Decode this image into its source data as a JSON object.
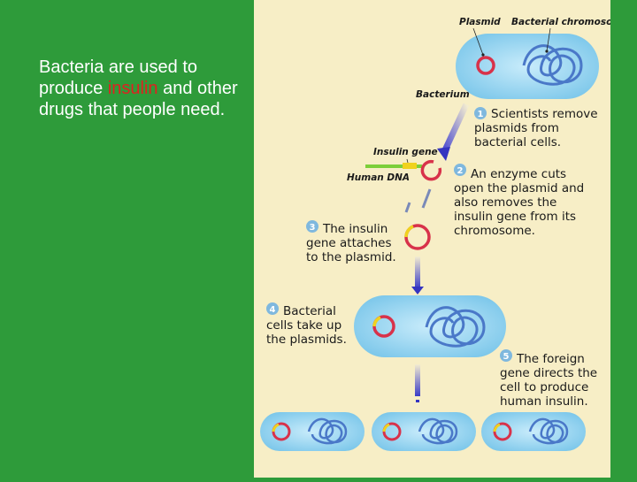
{
  "caption": {
    "before": "Bacteria are used to produce ",
    "highlight": "insulin",
    "after": " and other drugs that people need."
  },
  "diagram": {
    "labels": {
      "plasmid": "Plasmid",
      "chromosome": "Bacterial chromosome",
      "bacterium": "Bacterium",
      "insulin_gene": "Insulin gene",
      "human_dna": "Human DNA"
    },
    "steps": [
      {
        "number": "1",
        "lines": [
          "Scientists remove",
          "plasmids from",
          "bacterial cells."
        ]
      },
      {
        "number": "2",
        "lines": [
          "An enzyme cuts",
          "open the plasmid and",
          "also removes the",
          "insulin gene from its",
          "chromosome."
        ]
      },
      {
        "number": "3",
        "lines": [
          "The insulin",
          "gene attaches",
          "to the plasmid."
        ]
      },
      {
        "number": "4",
        "lines": [
          "Bacterial",
          "cells take up",
          "the plasmids."
        ]
      },
      {
        "number": "5",
        "lines": [
          "The foreign",
          "gene directs the",
          "cell to produce",
          "human insulin."
        ]
      }
    ]
  },
  "colors": {
    "slide_bg": "#2e9b3a",
    "panel_bg": "#f7eec6",
    "highlight_text": "#e02020",
    "cell_fill": "#8fd0ef",
    "plasmid": "#d8324a",
    "insulin_gene": "#f0d21e",
    "chromosome": "#4a78c8",
    "step_badge": "#7fb8de"
  }
}
